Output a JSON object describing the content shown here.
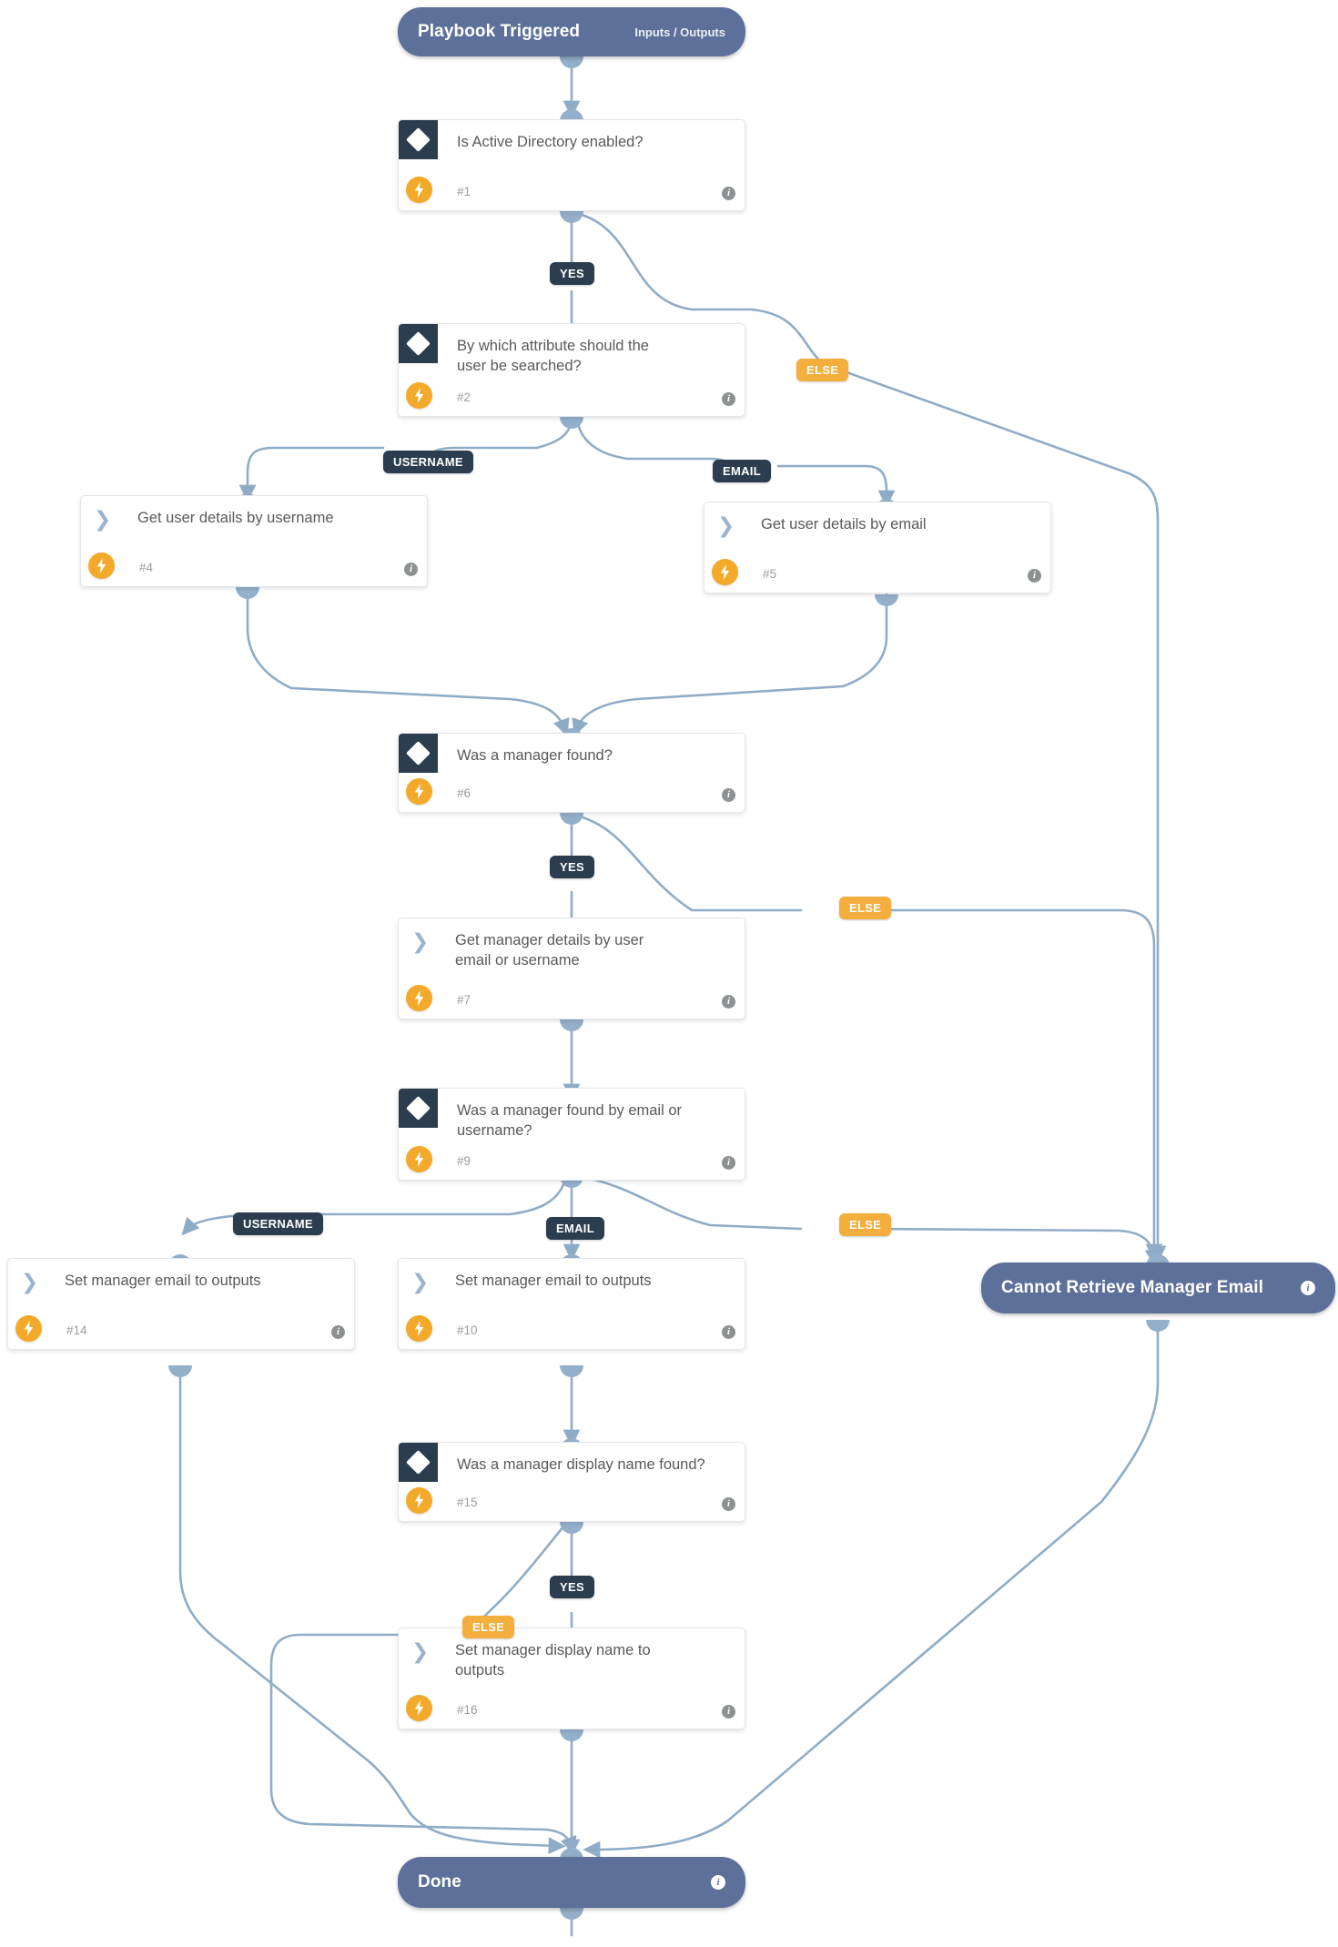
{
  "diagram": {
    "type": "playbook-flowchart",
    "title": "Active Directory manager email retrieval playbook",
    "colors": {
      "terminal": "#5d7099",
      "condition_icon": "#2b3d4f",
      "bolt_badge": "#f3a929",
      "edge": "#8facc6",
      "label_dark": "#2b3d4f",
      "label_amber": "#f3ae3d",
      "card_text": "#58595b",
      "card_number": "#9b9d9f",
      "background": "#ffffff"
    },
    "start": {
      "title": "Playbook Triggered",
      "subtitle": "Inputs / Outputs"
    },
    "end": {
      "title": "Done"
    },
    "terminal_alt": {
      "title": "Cannot Retrieve Manager Email"
    },
    "nodes": [
      {
        "id": "n1",
        "number": "#1",
        "kind": "condition",
        "title": "Is Active Directory enabled?"
      },
      {
        "id": "n2",
        "number": "#2",
        "kind": "condition",
        "title": "By which attribute should the\nuser be searched?"
      },
      {
        "id": "n4",
        "number": "#4",
        "kind": "action",
        "title": "Get user details by username"
      },
      {
        "id": "n5",
        "number": "#5",
        "kind": "action",
        "title": "Get user details by email"
      },
      {
        "id": "n6",
        "number": "#6",
        "kind": "condition",
        "title": "Was a manager found?"
      },
      {
        "id": "n7",
        "number": "#7",
        "kind": "action",
        "title": "Get manager details by user\nemail or username"
      },
      {
        "id": "n9",
        "number": "#9",
        "kind": "condition",
        "title": "Was a manager found by email or\nusername?"
      },
      {
        "id": "n14",
        "number": "#14",
        "kind": "action",
        "title": "Set manager email to outputs"
      },
      {
        "id": "n10",
        "number": "#10",
        "kind": "action",
        "title": "Set manager email to outputs"
      },
      {
        "id": "n15",
        "number": "#15",
        "kind": "condition",
        "title": "Was a manager display name found?"
      },
      {
        "id": "n16",
        "number": "#16",
        "kind": "action",
        "title": "Set manager display name to\noutputs"
      }
    ],
    "branch_labels": [
      {
        "id": "b1",
        "text": "YES",
        "style": "dark",
        "from": "#1"
      },
      {
        "id": "b2",
        "text": "ELSE",
        "style": "amber",
        "from": "#1"
      },
      {
        "id": "b3",
        "text": "USERNAME",
        "style": "dark",
        "from": "#2"
      },
      {
        "id": "b4",
        "text": "EMAIL",
        "style": "dark",
        "from": "#2"
      },
      {
        "id": "b5",
        "text": "YES",
        "style": "dark",
        "from": "#6"
      },
      {
        "id": "b6",
        "text": "ELSE",
        "style": "amber",
        "from": "#6"
      },
      {
        "id": "b7",
        "text": "USERNAME",
        "style": "dark",
        "from": "#9"
      },
      {
        "id": "b8",
        "text": "EMAIL",
        "style": "dark",
        "from": "#9"
      },
      {
        "id": "b9",
        "text": "ELSE",
        "style": "amber",
        "from": "#9"
      },
      {
        "id": "b10",
        "text": "YES",
        "style": "dark",
        "from": "#15"
      },
      {
        "id": "b11",
        "text": "ELSE",
        "style": "amber",
        "from": "#15"
      }
    ],
    "icons": {
      "condition": "diamond-icon",
      "action": "chevron-right-icon",
      "automation": "lightning-bolt-icon",
      "details": "info-icon"
    }
  }
}
